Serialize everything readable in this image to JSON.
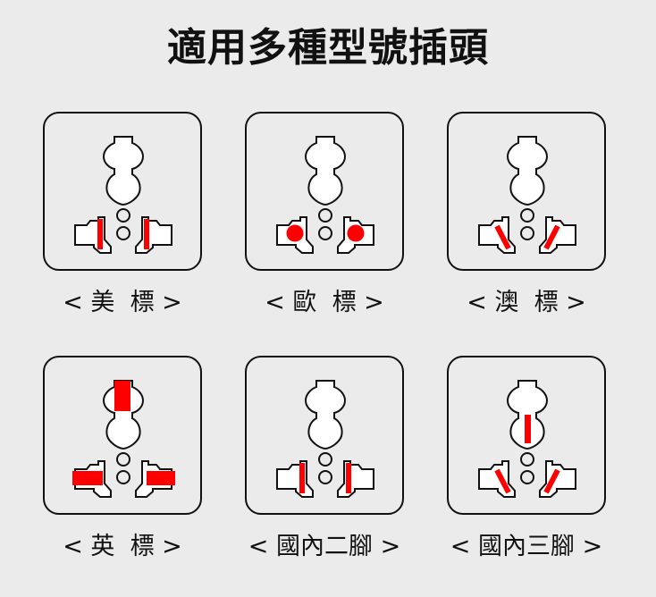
{
  "title": "適用多種型號插頭",
  "colors": {
    "background": "#ebebeb",
    "outline": "#111111",
    "highlight": "#ff0000"
  },
  "plugs": [
    {
      "id": "us",
      "label": "< 美  標 >",
      "pin_style": "vertical-bars"
    },
    {
      "id": "eu",
      "label": "< 歐  標 >",
      "pin_style": "round-dots"
    },
    {
      "id": "au",
      "label": "< 澳  標 >",
      "pin_style": "angled-bars"
    },
    {
      "id": "uk",
      "label": "< 英  標 >",
      "pin_style": "rectangular-three-pin"
    },
    {
      "id": "tw2",
      "label": "< 國內二腳 >",
      "pin_style": "vertical-bars"
    },
    {
      "id": "cn3",
      "label": "< 國內三腳 >",
      "pin_style": "angled-bars-with-ground"
    }
  ]
}
